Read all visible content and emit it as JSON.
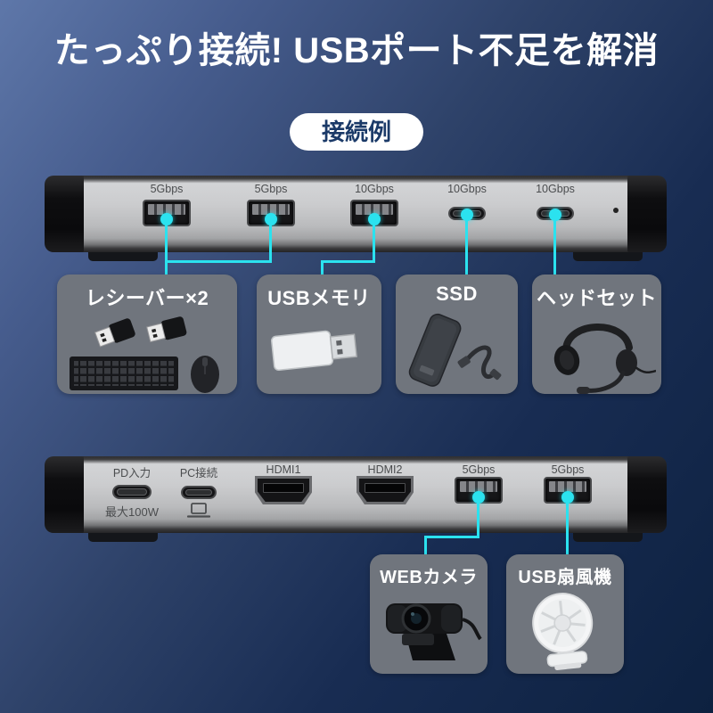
{
  "title": "たっぷり接続! USBポート不足を解消",
  "badge_label": "接続例",
  "colors": {
    "accent_cyan": "#2BE2EF",
    "background_top": "#5E77A9",
    "background_bottom": "#0D2140",
    "device_box_gray": "#70757D",
    "badge_text_navy": "#1B3A68",
    "port_label_gray": "#4B4D4F"
  },
  "front_panel": {
    "ports": [
      {
        "label": "5Gbps",
        "type": "USB-A"
      },
      {
        "label": "5Gbps",
        "type": "USB-A"
      },
      {
        "label": "10Gbps",
        "type": "USB-A"
      },
      {
        "label": "10Gbps",
        "type": "USB-C"
      },
      {
        "label": "10Gbps",
        "type": "USB-C"
      }
    ],
    "connected_devices": [
      {
        "label": "レシーバー×2",
        "icon": "wireless-receivers-keyboard-mouse"
      },
      {
        "label": "USBメモリ",
        "icon": "usb-flash-drive"
      },
      {
        "label": "SSD",
        "icon": "portable-ssd"
      },
      {
        "label": "ヘッドセット",
        "icon": "headset"
      }
    ]
  },
  "rear_panel": {
    "ports": [
      {
        "label": "PD入力",
        "sublabel": "最大100W",
        "type": "USB-C"
      },
      {
        "label": "PC接続",
        "type": "USB-C",
        "icon": "laptop"
      },
      {
        "label": "HDMI1",
        "type": "HDMI"
      },
      {
        "label": "HDMI2",
        "type": "HDMI"
      },
      {
        "label": "5Gbps",
        "type": "USB-A"
      },
      {
        "label": "5Gbps",
        "type": "USB-A"
      }
    ],
    "connected_devices": [
      {
        "label": "WEBカメラ",
        "icon": "webcam"
      },
      {
        "label": "USB扇風機",
        "icon": "usb-fan"
      }
    ]
  }
}
